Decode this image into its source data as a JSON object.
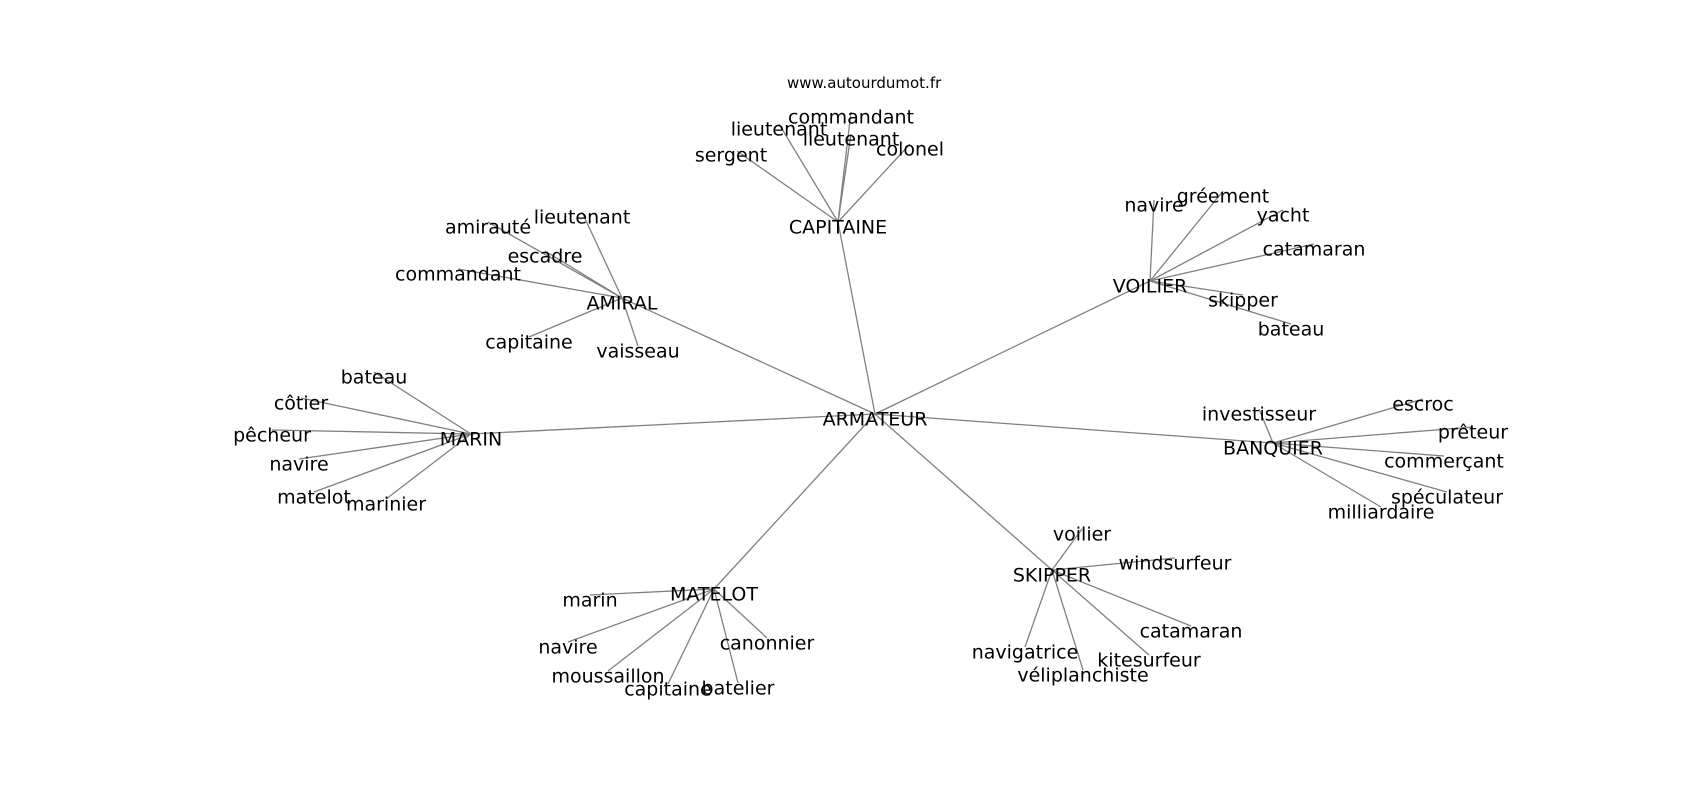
{
  "watermark": "www.autourdumot.fr",
  "colors": {
    "edge": "#808080",
    "text": "#000000",
    "background": "#ffffff"
  },
  "graph": {
    "root": "ARMATEUR",
    "clusters": [
      {
        "id": "capitaine",
        "label": "CAPITAINE",
        "leaves": [
          "sergent",
          "lieutenant",
          "commandant",
          "lieutenant",
          "colonel"
        ]
      },
      {
        "id": "amiral",
        "label": "AMIRAL",
        "leaves": [
          "amirauté",
          "lieutenant",
          "escadre",
          "commandant",
          "capitaine",
          "vaisseau"
        ]
      },
      {
        "id": "voilier",
        "label": "VOILIER",
        "leaves": [
          "navire",
          "gréement",
          "yacht",
          "catamaran",
          "skipper",
          "bateau"
        ]
      },
      {
        "id": "marin",
        "label": "MARIN",
        "leaves": [
          "bateau",
          "côtier",
          "pêcheur",
          "navire",
          "matelot",
          "marinier"
        ]
      },
      {
        "id": "banquier",
        "label": "BANQUIER",
        "leaves": [
          "investisseur",
          "escroc",
          "prêteur",
          "commerçant",
          "spéculateur",
          "milliardaire"
        ]
      },
      {
        "id": "skipper",
        "label": "SKIPPER",
        "leaves": [
          "voilier",
          "windsurfeur",
          "catamaran",
          "kitesurfeur",
          "véliplanchiste",
          "navigatrice"
        ]
      },
      {
        "id": "matelot",
        "label": "MATELOT",
        "leaves": [
          "marin",
          "navire",
          "moussaillon",
          "capitaine",
          "batelier",
          "canonnier"
        ]
      }
    ]
  }
}
